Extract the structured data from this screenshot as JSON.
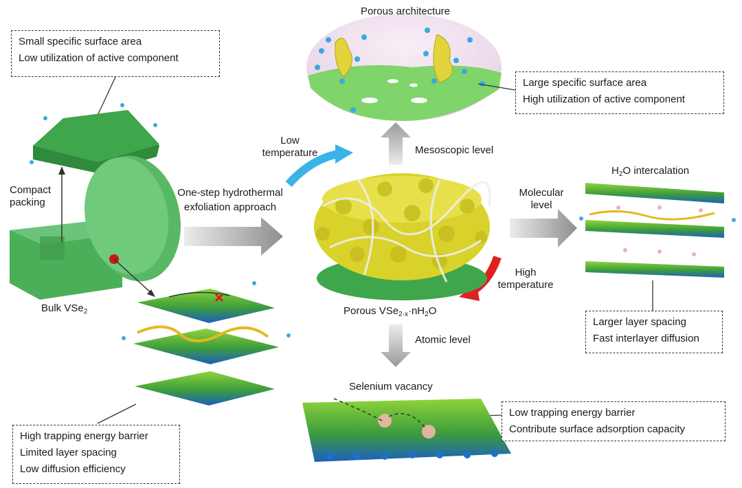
{
  "title_porous": "Porous architecture",
  "box_top_left": [
    "Small specific surface area",
    "Low utilization of active component"
  ],
  "box_top_right": [
    "Large specific surface area",
    "High utilization of active component"
  ],
  "compact_packing": [
    "Compact",
    "packing"
  ],
  "bulk_label": {
    "main": "Bulk VSe",
    "sub": "2"
  },
  "one_step": [
    "One-step hydrothermal",
    "exfoliation approach"
  ],
  "low_temp": [
    "Low",
    "temperature"
  ],
  "high_temp": [
    "High",
    "temperature"
  ],
  "mesoscopic": "Mesoscopic level",
  "molecular": [
    "Molecular",
    "level"
  ],
  "h2o_intercalation": {
    "a": "H",
    "sub": "2",
    "b": "O intercalation"
  },
  "porous_label": {
    "a": "Porous VSe",
    "sub1": "2-x",
    "b": "·nH",
    "sub2": "2",
    "c": "O"
  },
  "atomic": "Atomic level",
  "selenium_vacancy": "Selenium vacancy",
  "box_mid_right": [
    "Larger layer spacing",
    "Fast interlayer diffusion"
  ],
  "box_bottom_left": [
    "High trapping energy barrier",
    "Limited layer spacing",
    "Low diffusion efficiency"
  ],
  "box_bottom_mid": [
    "Low trapping energy barrier",
    "Contribute surface adsorption capacity"
  ],
  "colors": {
    "green": "#3fae4f",
    "dark_green": "#2f8a3c",
    "yellow": "#d8d22a",
    "blue": "#1f6fd0",
    "cyan": "#3bb3e6",
    "red": "#e02020",
    "arrow_gray": "#9a9a9a"
  }
}
